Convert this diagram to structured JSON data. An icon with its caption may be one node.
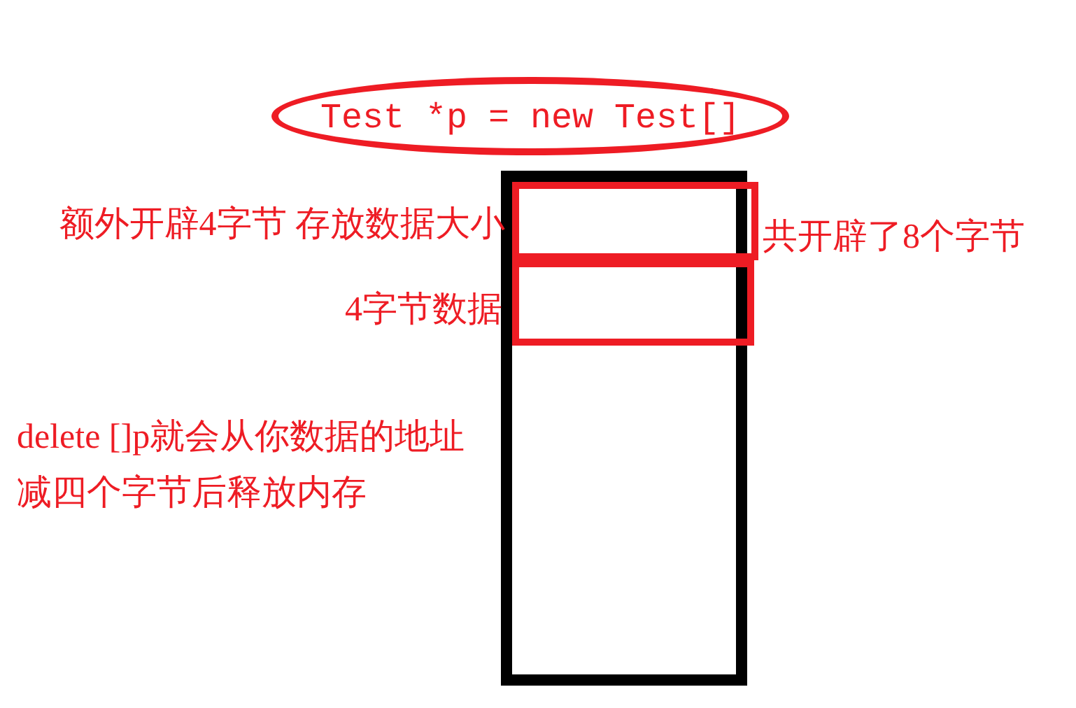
{
  "diagram": {
    "nodes": [
      {
        "text": [
          "Test *p = new Test[]"
        ]
      },
      {
        "text": [],
        "shape": "box"
      },
      {
        "text": [],
        "shape": "box",
        "in": 1,
        "beside": [
          "额外开辟4字节 存放数据大小"
        ]
      },
      {
        "text": [],
        "shape": "box",
        "in": 1,
        "beside": [
          "4字节数据"
        ]
      }
    ],
    "edges": [],
    "labels": [
      "共开辟了8个字节",
      "delete []p就会从你数据的地址减四个字节后释放内存"
    ]
  }
}
